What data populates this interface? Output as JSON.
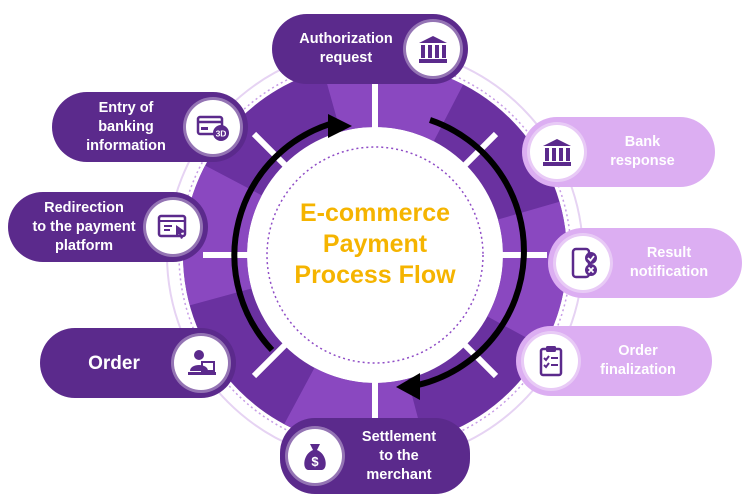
{
  "diagram": {
    "title_lines": [
      "E-commerce",
      "Payment",
      "Process Flow"
    ]
  },
  "colors": {
    "dark_purple": "#5b2a8c",
    "mid_purple": "#7b3fb0",
    "light_purple": "#dcaef2",
    "title_yellow": "#f5b400"
  },
  "steps": {
    "authorization": {
      "label": "Authorization\nrequest",
      "icon": "bank-icon"
    },
    "bank_response": {
      "label": "Bank\nresponse",
      "icon": "bank-icon"
    },
    "result_notification": {
      "label": "Result\nnotification",
      "icon": "phone-check-icon"
    },
    "order_finalization": {
      "label": "Order\nfinalization",
      "icon": "clipboard-checklist-icon"
    },
    "settlement": {
      "label": "Settlement\nto the\nmerchant",
      "icon": "money-bag-icon"
    },
    "order": {
      "label": "Order",
      "icon": "user-laptop-icon"
    },
    "redirection": {
      "label": "Redirection\nto the payment\nplatform",
      "icon": "browser-cursor-icon"
    },
    "entry_banking": {
      "label": "Entry of\nbanking\ninformation",
      "icon": "card-3d-icon"
    }
  }
}
